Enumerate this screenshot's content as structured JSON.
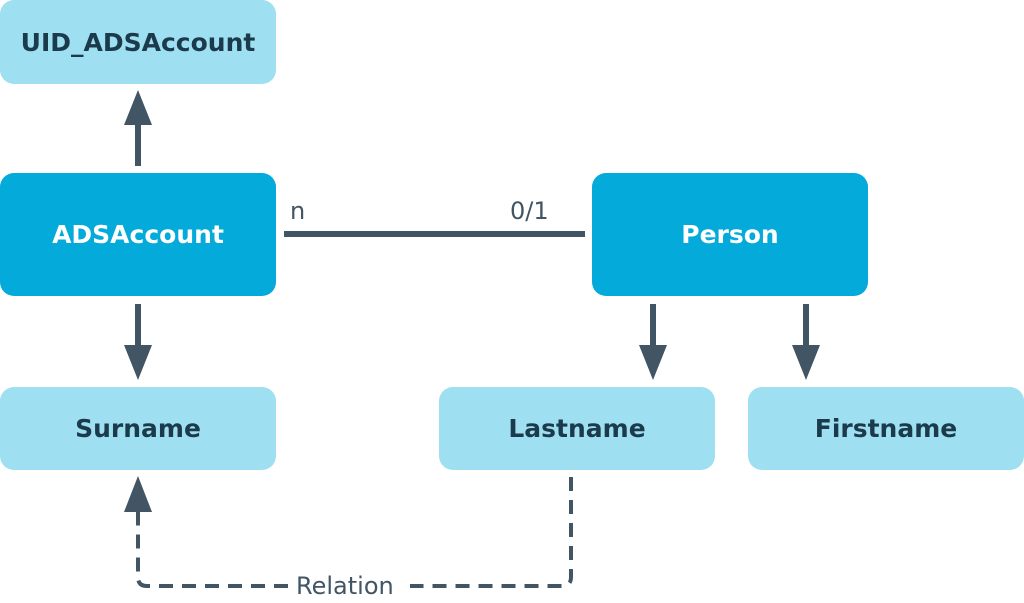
{
  "colors": {
    "primary_box": "#04aad9",
    "secondary_box": "#9edff1",
    "primary_text": "#ffffff",
    "secondary_text": "#1b3a4b",
    "connector": "#415564"
  },
  "nodes": {
    "uid_adsaccount": "UID_ADSAccount",
    "adsaccount": "ADSAccount",
    "person": "Person",
    "surname": "Surname",
    "lastname": "Lastname",
    "firstname": "Firstname"
  },
  "association": {
    "left_multiplicity": "n",
    "right_multiplicity": "0/1"
  },
  "relation": {
    "label": "Relation"
  }
}
